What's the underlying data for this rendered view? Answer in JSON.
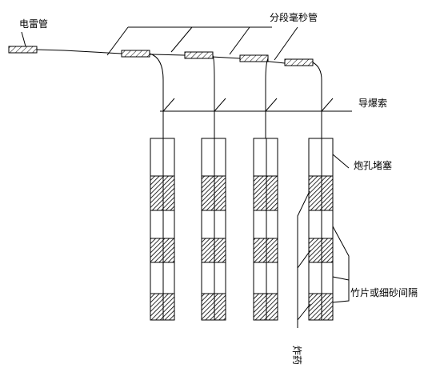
{
  "labels": {
    "detonator": "电雷管",
    "ms_delay": "分段毫秒管",
    "det_cord": "导爆索",
    "stemming": "炮孔堵塞",
    "spacer": "竹片或细砂间隔",
    "explosive": "炸药"
  },
  "holes_count": 4
}
